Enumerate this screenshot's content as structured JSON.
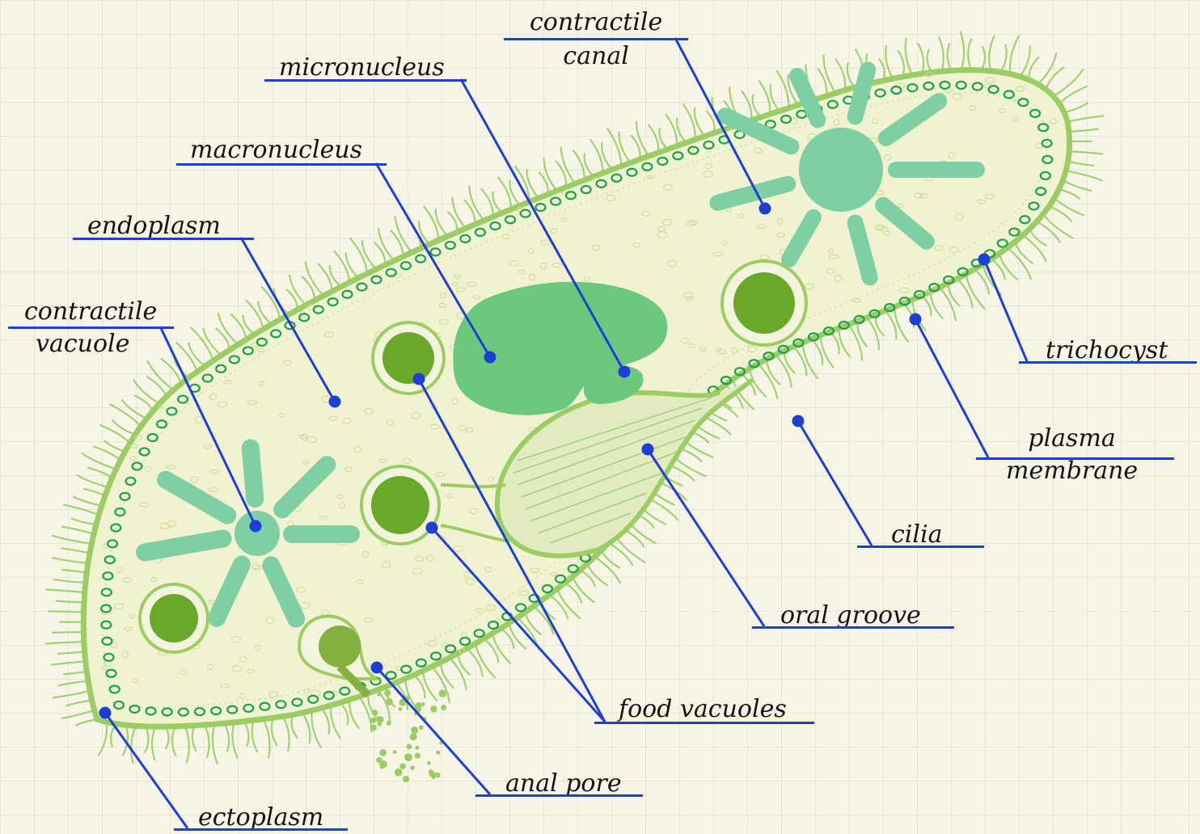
{
  "labels": {
    "contractile_canal": [
      "contractile",
      "canal"
    ],
    "micronucleus": "micronucleus",
    "macronucleus": "macronucleus",
    "endoplasm": "endoplasm",
    "contractile_vacuole": [
      "contractile",
      "vacuole"
    ],
    "trichocyst": "trichocyst",
    "plasma_membrane": [
      "plasma",
      "membrane"
    ],
    "cilia": "cilia",
    "oral_groove": "oral groove",
    "food_vacuoles": "food vacuoles",
    "anal_pore": "anal pore",
    "ectoplasm": "ectoplasm"
  },
  "colors": {
    "background": "#f7f6e6",
    "grid": "#dcdccf",
    "cell_fill": "#f0f2d2",
    "membrane": "#9ccc64",
    "cilia": "#8fcb5e",
    "trichocyst": "#1aa14a",
    "macronucleus": "#6cc87c",
    "vacuole": "#7fcfa4",
    "food_vacuole": "#6aa82a",
    "leader_line": "#1e3fd6",
    "text": "#141414"
  }
}
